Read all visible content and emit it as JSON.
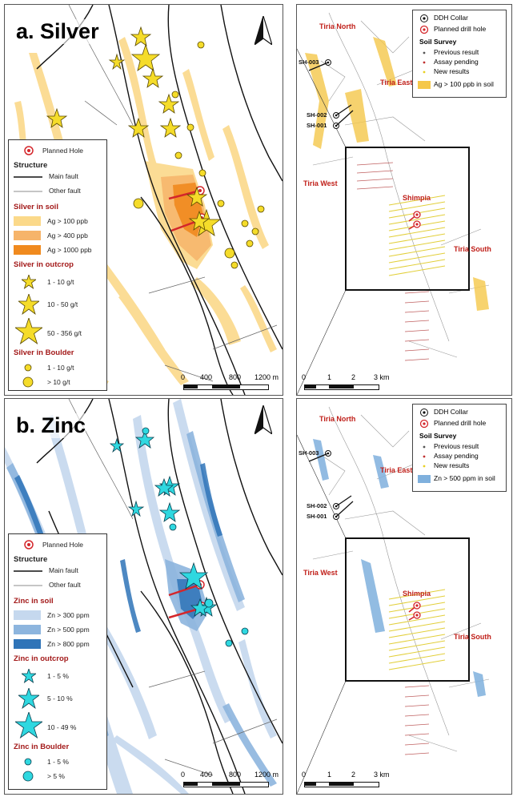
{
  "panels": {
    "silver": {
      "title": "a. Silver",
      "accent": "#f5b731",
      "legend": {
        "planned_hole": "Planned Hole",
        "structure_header": "Structure",
        "main_fault": "Main fault",
        "other_fault": "Other fault",
        "soil_header": "Silver in soil",
        "soil": [
          "Ag > 100 ppb",
          "Ag > 400 ppb",
          "Ag > 1000 ppb"
        ],
        "outcrop_header": "Silver in outcrop",
        "outcrop": [
          "1 - 10 g/t",
          "10 - 50 g/t",
          "50 - 356 g/t"
        ],
        "boulder_header": "Silver in Boulder",
        "boulder": [
          "1 - 10 g/t",
          "> 10 g/t"
        ]
      },
      "scale": [
        "0",
        "400",
        "800",
        "1200 m"
      ]
    },
    "zinc": {
      "title": "b. Zinc",
      "accent": "#2f7fc4",
      "legend": {
        "planned_hole": "Planned Hole",
        "structure_header": "Structure",
        "main_fault": "Main fault",
        "other_fault": "Other fault",
        "soil_header": "Zinc in soil",
        "soil": [
          "Zn > 300 ppm",
          "Zn > 500 ppm",
          "Zn > 800 ppm"
        ],
        "outcrop_header": "Zinc in outcrop",
        "outcrop": [
          "1 - 5 %",
          "5 - 10 %",
          "10 - 49 %"
        ],
        "boulder_header": "Zinc in Boulder",
        "boulder": [
          "1 - 5 %",
          "> 5 %"
        ]
      },
      "scale": [
        "0",
        "400",
        "800",
        "1200 m"
      ]
    }
  },
  "overview": {
    "regions": {
      "north": "Tiria North",
      "east": "Tiria East",
      "west": "Tiria West",
      "shimpia": "Shimpia",
      "south": "Tiria South"
    },
    "collars": [
      "SH-003",
      "SH-002",
      "SH-001"
    ],
    "legend": {
      "collar": "DDH Collar",
      "planned": "Planned drill hole",
      "survey_header": "Soil Survey",
      "previous": "Previous result",
      "pending": "Assay pending",
      "new": "New results",
      "silver_soil": "Ag > 100 ppb in soil",
      "zinc_soil": "Zn > 500 ppm in soil"
    },
    "scale": [
      "0",
      "1",
      "2",
      "3 km"
    ]
  },
  "colors": {
    "ag100": "#fbd98a",
    "ag400": "#f6b46a",
    "ag1000": "#f08a1e",
    "star": "#f5dc2a",
    "zn300": "#c5d8ee",
    "zn500": "#8db5de",
    "zn800": "#2f74b8",
    "zinc_star": "#2fd8e0",
    "region_red": "#c0201a",
    "planned_red": "#d4262b"
  }
}
